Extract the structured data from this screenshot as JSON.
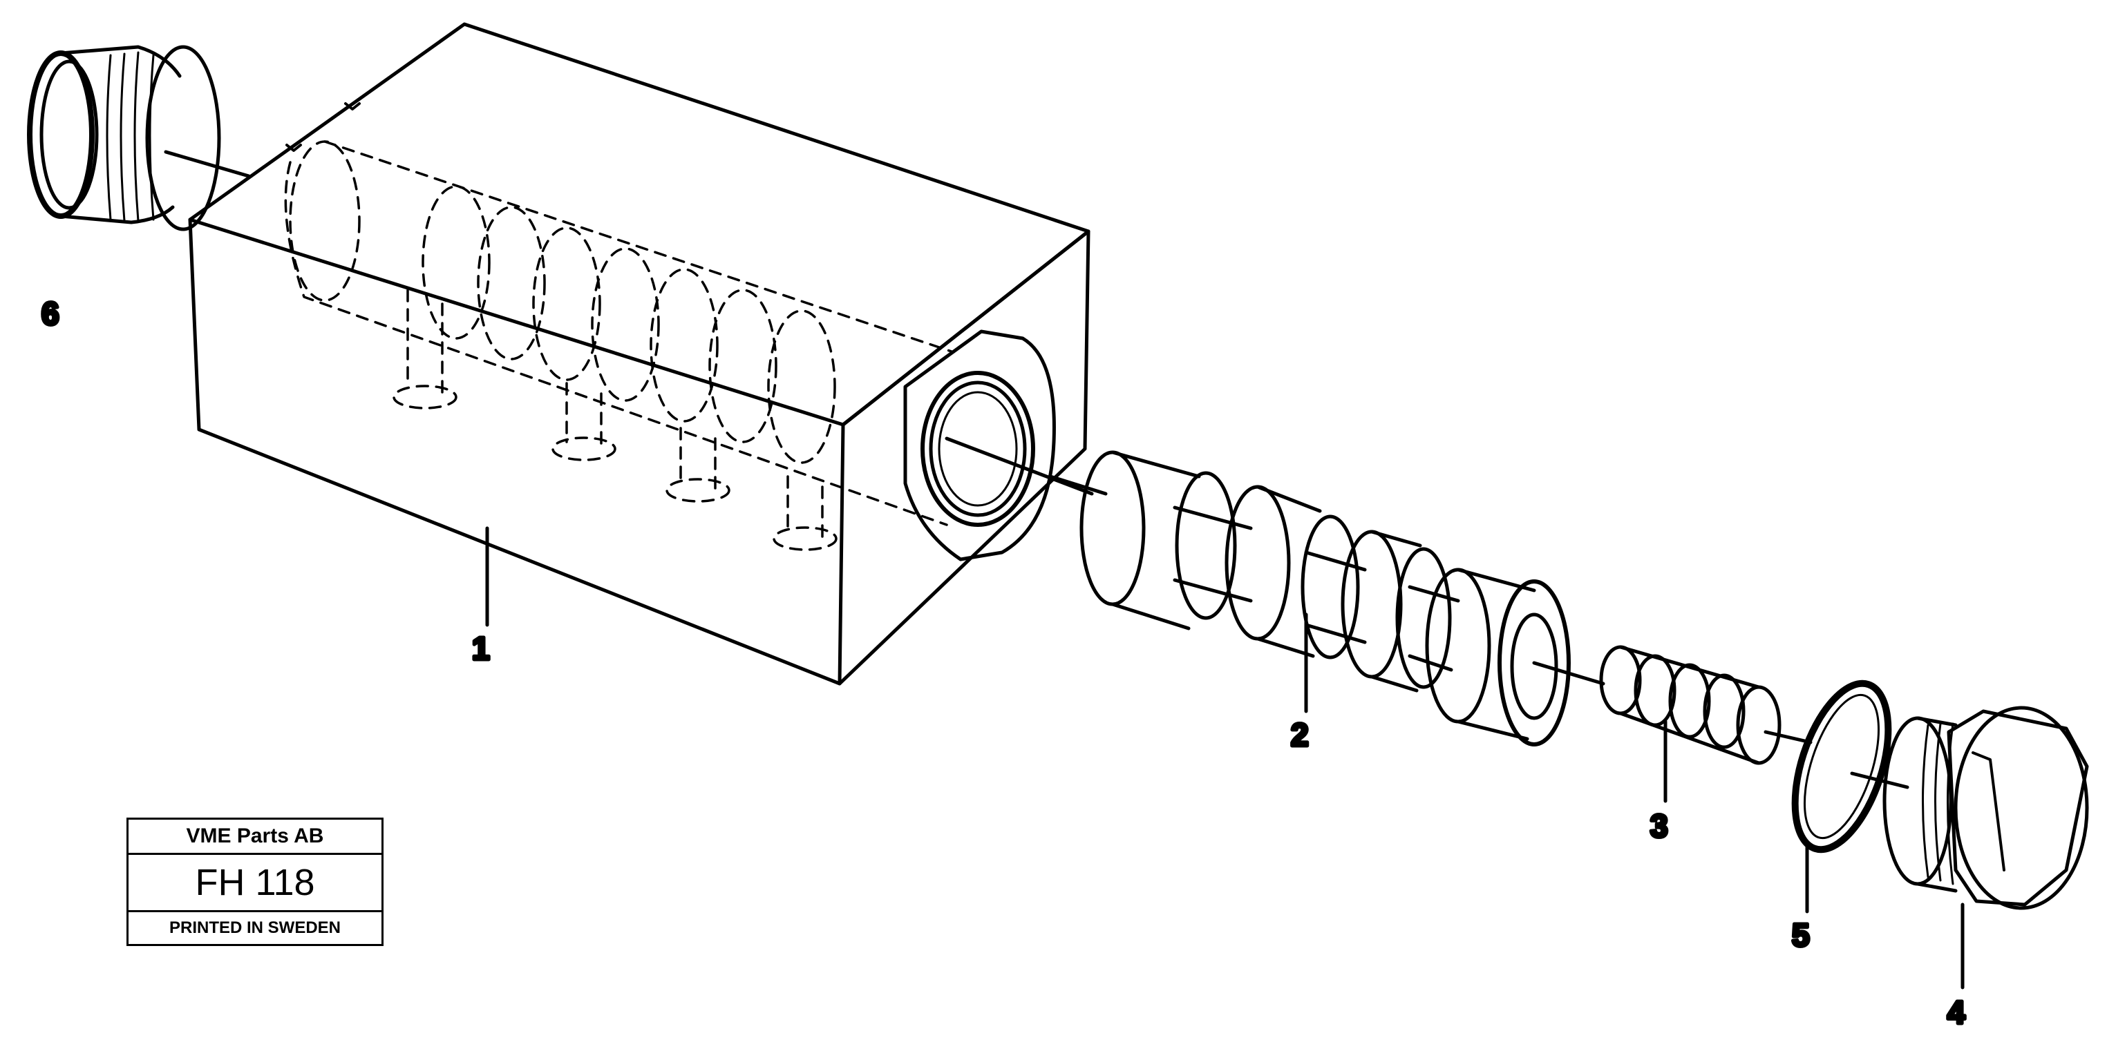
{
  "callouts": [
    {
      "id": "1",
      "label": "1"
    },
    {
      "id": "2",
      "label": "2"
    },
    {
      "id": "3",
      "label": "3"
    },
    {
      "id": "4",
      "label": "4"
    },
    {
      "id": "5",
      "label": "5"
    },
    {
      "id": "6",
      "label": "6"
    }
  ],
  "stamp": {
    "company": "VME Parts AB",
    "code": "FH 118",
    "printed": "PRINTED IN SWEDEN"
  }
}
